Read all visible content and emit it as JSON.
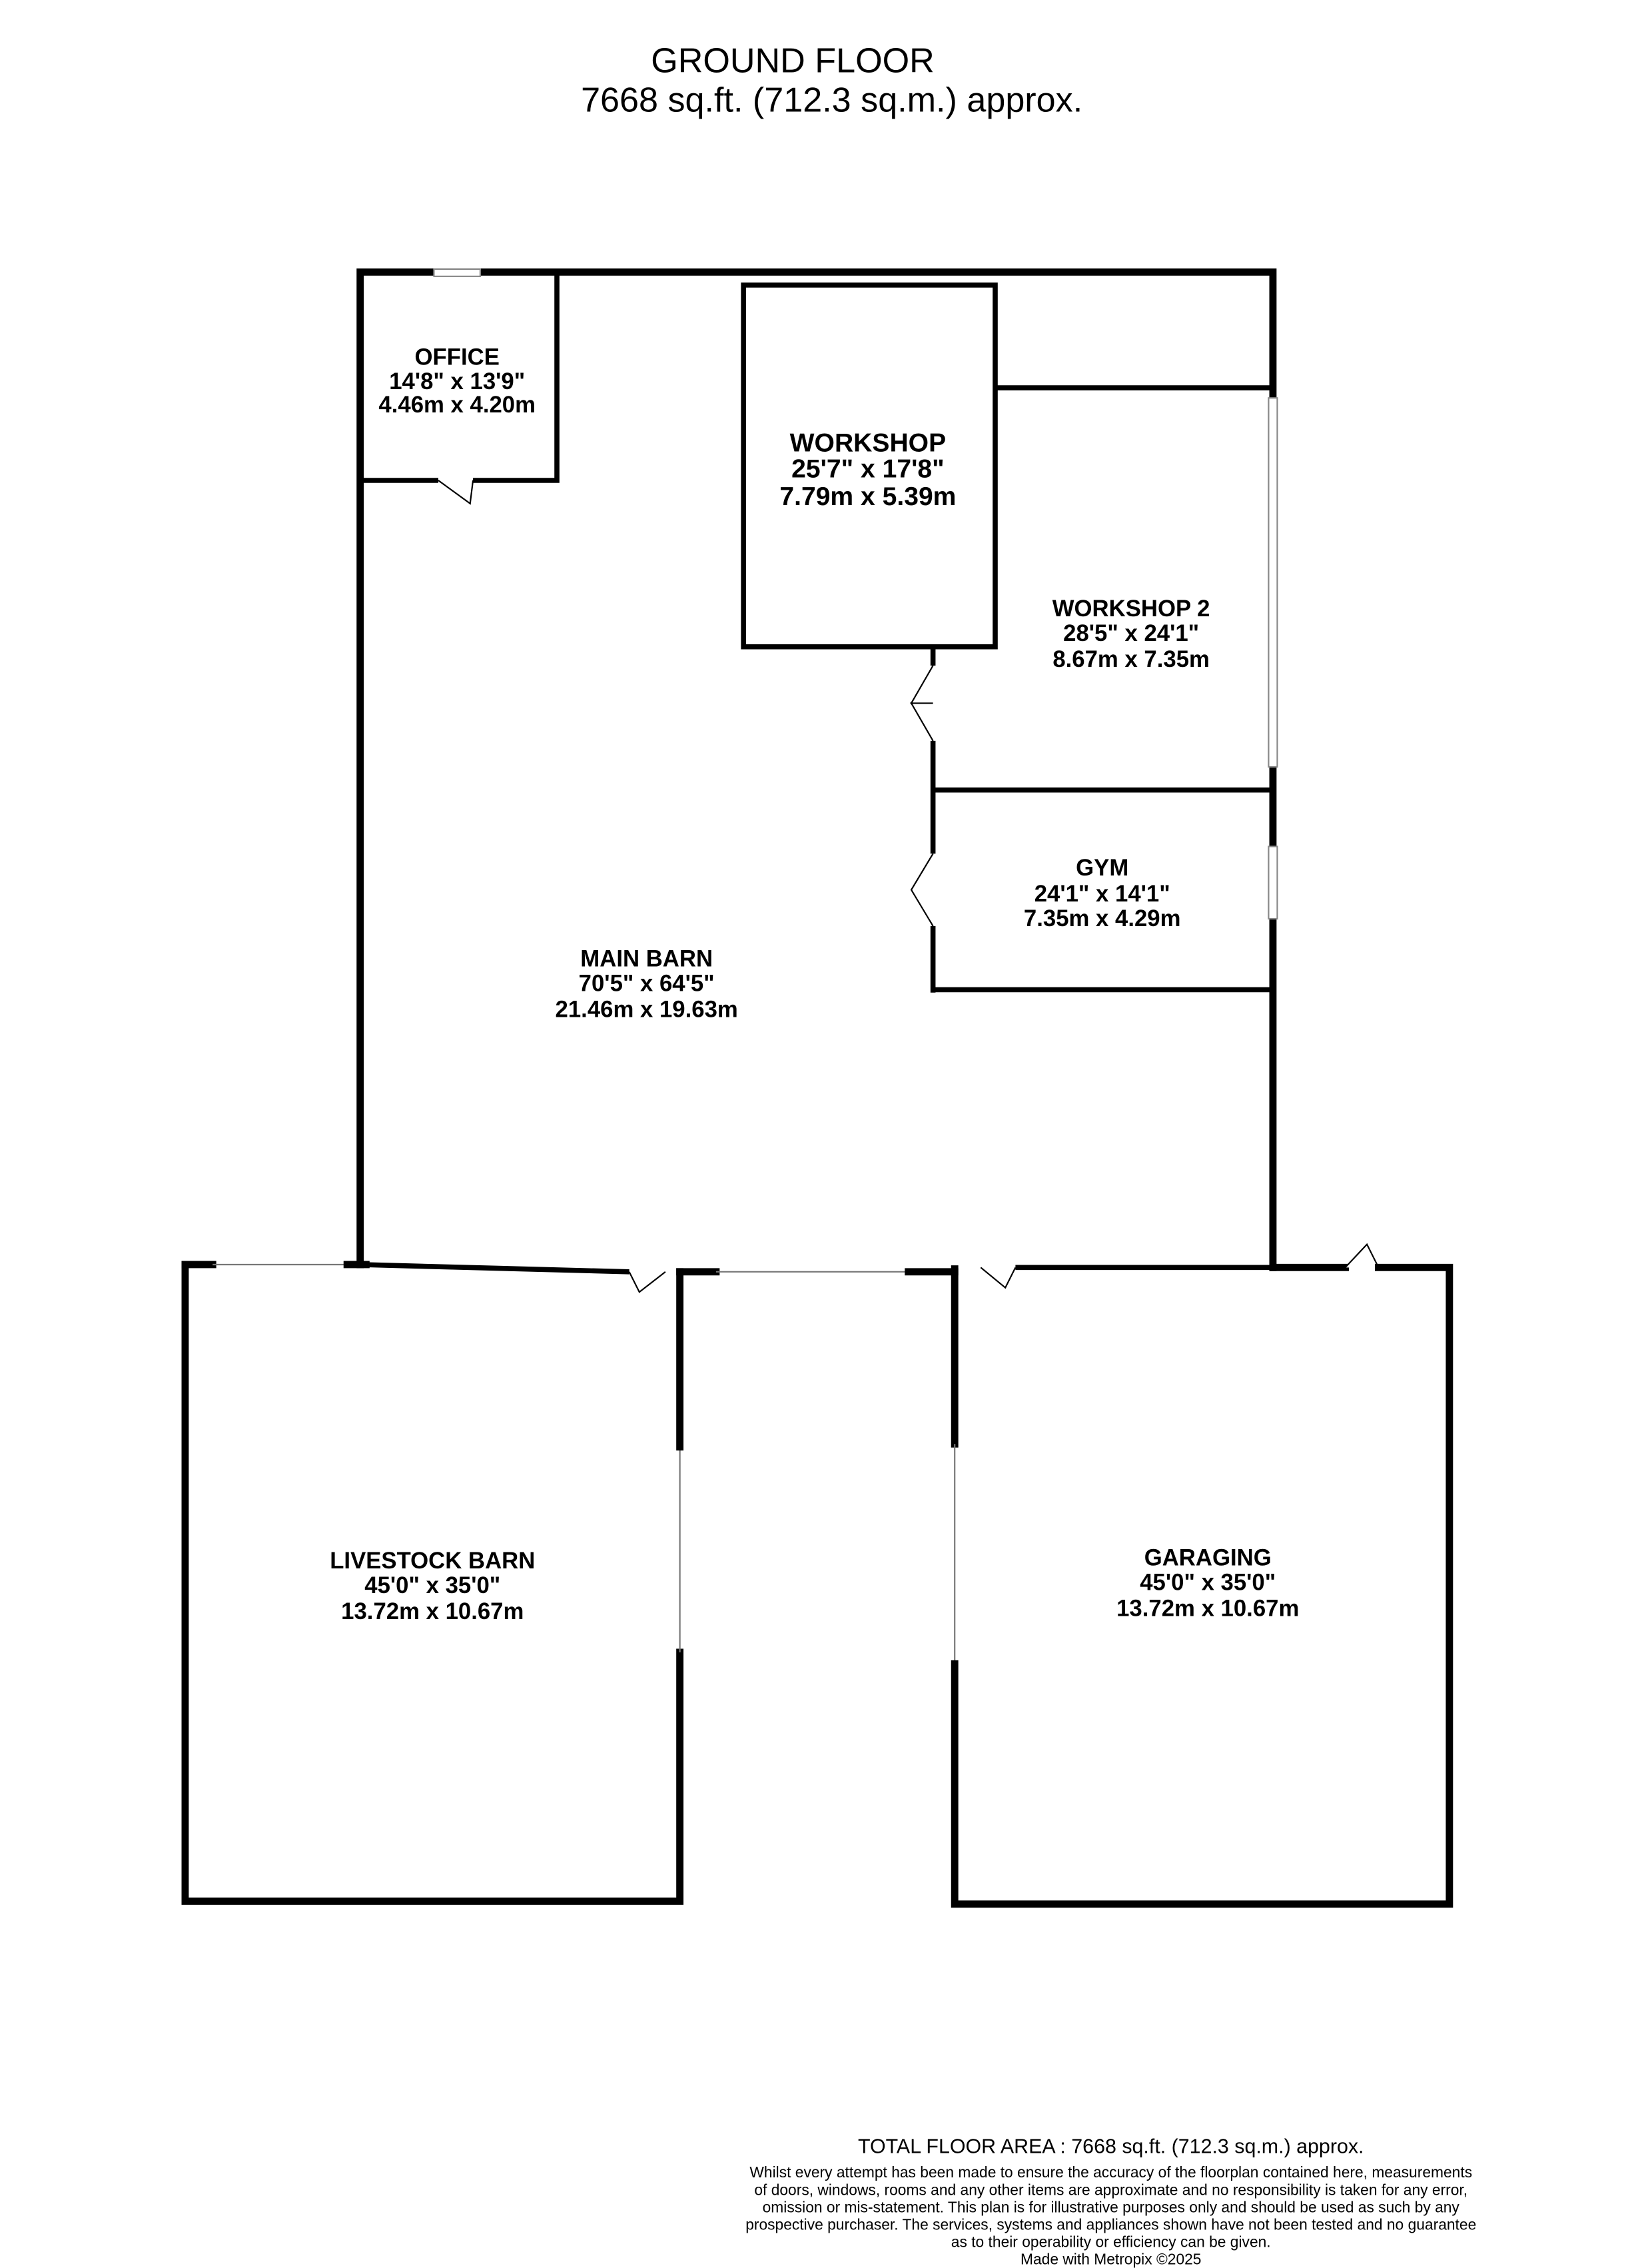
{
  "header": {
    "title": "GROUND FLOOR",
    "area": "7668 sq.ft. (712.3 sq.m.) approx."
  },
  "rooms": {
    "office": {
      "name": "OFFICE",
      "imperial": "14'8\"  x 13'9\"",
      "metric": "4.46m  x 4.20m"
    },
    "workshop": {
      "name": "WORKSHOP",
      "imperial": "25'7\"  x 17'8\"",
      "metric": "7.79m  x 5.39m"
    },
    "workshop2": {
      "name": "WORKSHOP 2",
      "imperial": "28'5\"  x 24'1\"",
      "metric": "8.67m  x 7.35m"
    },
    "gym": {
      "name": "GYM",
      "imperial": "24'1\"  x 14'1\"",
      "metric": "7.35m  x 4.29m"
    },
    "main_barn": {
      "name": "MAIN BARN",
      "imperial": "70'5\"  x 64'5\"",
      "metric": "21.46m  x 19.63m"
    },
    "livestock_barn": {
      "name": "LIVESTOCK BARN",
      "imperial": "45'0\"  x 35'0\"",
      "metric": "13.72m  x 10.67m"
    },
    "garaging": {
      "name": "GARAGING",
      "imperial": "45'0\"  x 35'0\"",
      "metric": "13.72m  x 10.67m"
    }
  },
  "footer": {
    "total": "TOTAL FLOOR AREA : 7668 sq.ft. (712.3 sq.m.) approx.",
    "disclaimer": [
      "Whilst every attempt has been made to ensure the accuracy of the floorplan contained here, measurements",
      "of doors, windows, rooms and any other items are approximate and no responsibility is taken for any error,",
      "omission or mis-statement. This plan is for illustrative purposes only and should be used as such by any",
      "prospective purchaser. The services, systems and appliances shown have not been tested and no guarantee",
      "as to their operability or efficiency can be given."
    ],
    "credit": "Made with Metropix ©2025"
  }
}
